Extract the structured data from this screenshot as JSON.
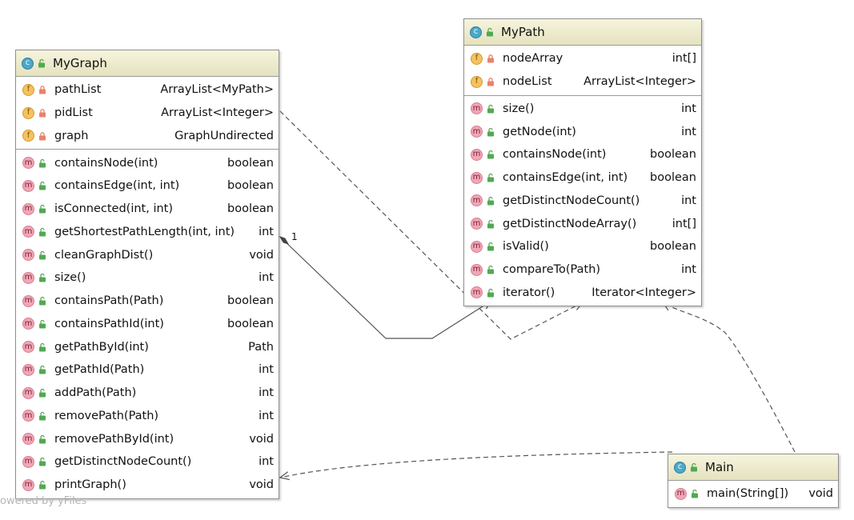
{
  "classes": {
    "mygraph": {
      "name": "MyGraph",
      "fields": [
        {
          "name": "pathList",
          "type": "ArrayList<MyPath>"
        },
        {
          "name": "pidList",
          "type": "ArrayList<Integer>"
        },
        {
          "name": "graph",
          "type": "GraphUndirected"
        }
      ],
      "methods": [
        {
          "name": "containsNode(int)",
          "type": "boolean"
        },
        {
          "name": "containsEdge(int, int)",
          "type": "boolean"
        },
        {
          "name": "isConnected(int, int)",
          "type": "boolean"
        },
        {
          "name": "getShortestPathLength(int, int)",
          "type": "int"
        },
        {
          "name": "cleanGraphDist()",
          "type": "void"
        },
        {
          "name": "size()",
          "type": "int"
        },
        {
          "name": "containsPath(Path)",
          "type": "boolean"
        },
        {
          "name": "containsPathId(int)",
          "type": "boolean"
        },
        {
          "name": "getPathById(int)",
          "type": "Path"
        },
        {
          "name": "getPathId(Path)",
          "type": "int"
        },
        {
          "name": "addPath(Path)",
          "type": "int"
        },
        {
          "name": "removePath(Path)",
          "type": "int"
        },
        {
          "name": "removePathById(int)",
          "type": "void"
        },
        {
          "name": "getDistinctNodeCount()",
          "type": "int"
        },
        {
          "name": "printGraph()",
          "type": "void"
        }
      ]
    },
    "mypath": {
      "name": "MyPath",
      "fields": [
        {
          "name": "nodeArray",
          "type": "int[]"
        },
        {
          "name": "nodeList",
          "type": "ArrayList<Integer>"
        }
      ],
      "methods": [
        {
          "name": "size()",
          "type": "int"
        },
        {
          "name": "getNode(int)",
          "type": "int"
        },
        {
          "name": "containsNode(int)",
          "type": "boolean"
        },
        {
          "name": "containsEdge(int, int)",
          "type": "boolean"
        },
        {
          "name": "getDistinctNodeCount()",
          "type": "int"
        },
        {
          "name": "getDistinctNodeArray()",
          "type": "int[]"
        },
        {
          "name": "isValid()",
          "type": "boolean"
        },
        {
          "name": "compareTo(Path)",
          "type": "int"
        },
        {
          "name": "iterator()",
          "type": "Iterator<Integer>"
        }
      ]
    },
    "main": {
      "name": "Main",
      "fields": [],
      "methods": [
        {
          "name": "main(String[])",
          "type": "void"
        }
      ]
    }
  },
  "edges": {
    "composition_source_multiplicity": "1",
    "composition_target_multiplicity": "*"
  },
  "badges": {
    "class": "c",
    "field": "f",
    "method": "m"
  },
  "icons": {
    "class": "class-icon",
    "field": "field-icon",
    "method": "method-icon",
    "private": "lock-icon",
    "public": "unlock-icon"
  },
  "colors": {
    "header": "#ece9c8",
    "class_badge": "#4aa8c9",
    "field_badge": "#f3c35f",
    "method_badge": "#f0a6b6",
    "private_lock": "#e8836a",
    "public_lock": "#52a852",
    "edge": "#555555"
  },
  "watermark": "owered by yFiles"
}
